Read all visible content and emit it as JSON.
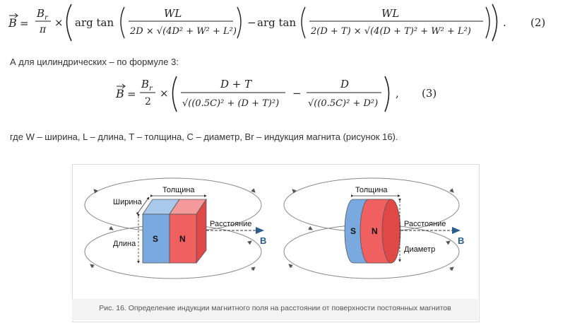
{
  "formula2": {
    "lhs": "B",
    "br": "B",
    "br_sub": "r",
    "br_den": "π",
    "times": "×",
    "func": "arg tan",
    "numerator1": "WL",
    "denominator1": "2D × √(4D² + W² + L²)",
    "minus": "−",
    "numerator2": "WL",
    "denominator2": "2(D + T) × √(4(D + T)² + W² + L²)",
    "period": ".",
    "number": "(2)"
  },
  "intro_text": "А для цилиндрических – по формуле 3:",
  "formula3": {
    "lhs": "B",
    "br": "B",
    "br_sub": "r",
    "br_den": "2",
    "times": "×",
    "numerator1": "D + T",
    "denominator1": "√((0.5C)² + (D + T)²)",
    "minus": "−",
    "numerator2": "D",
    "denominator2": "√((0.5C)² + D²)",
    "comma": ",",
    "number": "(3)"
  },
  "legend_text": "где W – ширина, L – длина, T – толщина, C – диаметр, Br – индукция магнита (рисунок 16).",
  "figure": {
    "left_diagram": {
      "thickness": "Толщина",
      "width": "Ширина",
      "length": "Длина",
      "distance": "Расстояние",
      "pole_s": "S",
      "pole_n": "N",
      "field": "B"
    },
    "right_diagram": {
      "thickness": "Толщина",
      "distance": "Расстояние",
      "diameter": "Диаметр",
      "pole_s": "S",
      "pole_n": "N",
      "field": "B"
    },
    "caption": "Рис. 16. Определение индукции магнитного поля на расстоянии от поверхности постоянных магнитов"
  },
  "colors": {
    "south_blue": "#79a9de",
    "north_red": "#f06060",
    "arrow_blue": "#2a5d8c",
    "field_line": "#8a8a8a"
  }
}
